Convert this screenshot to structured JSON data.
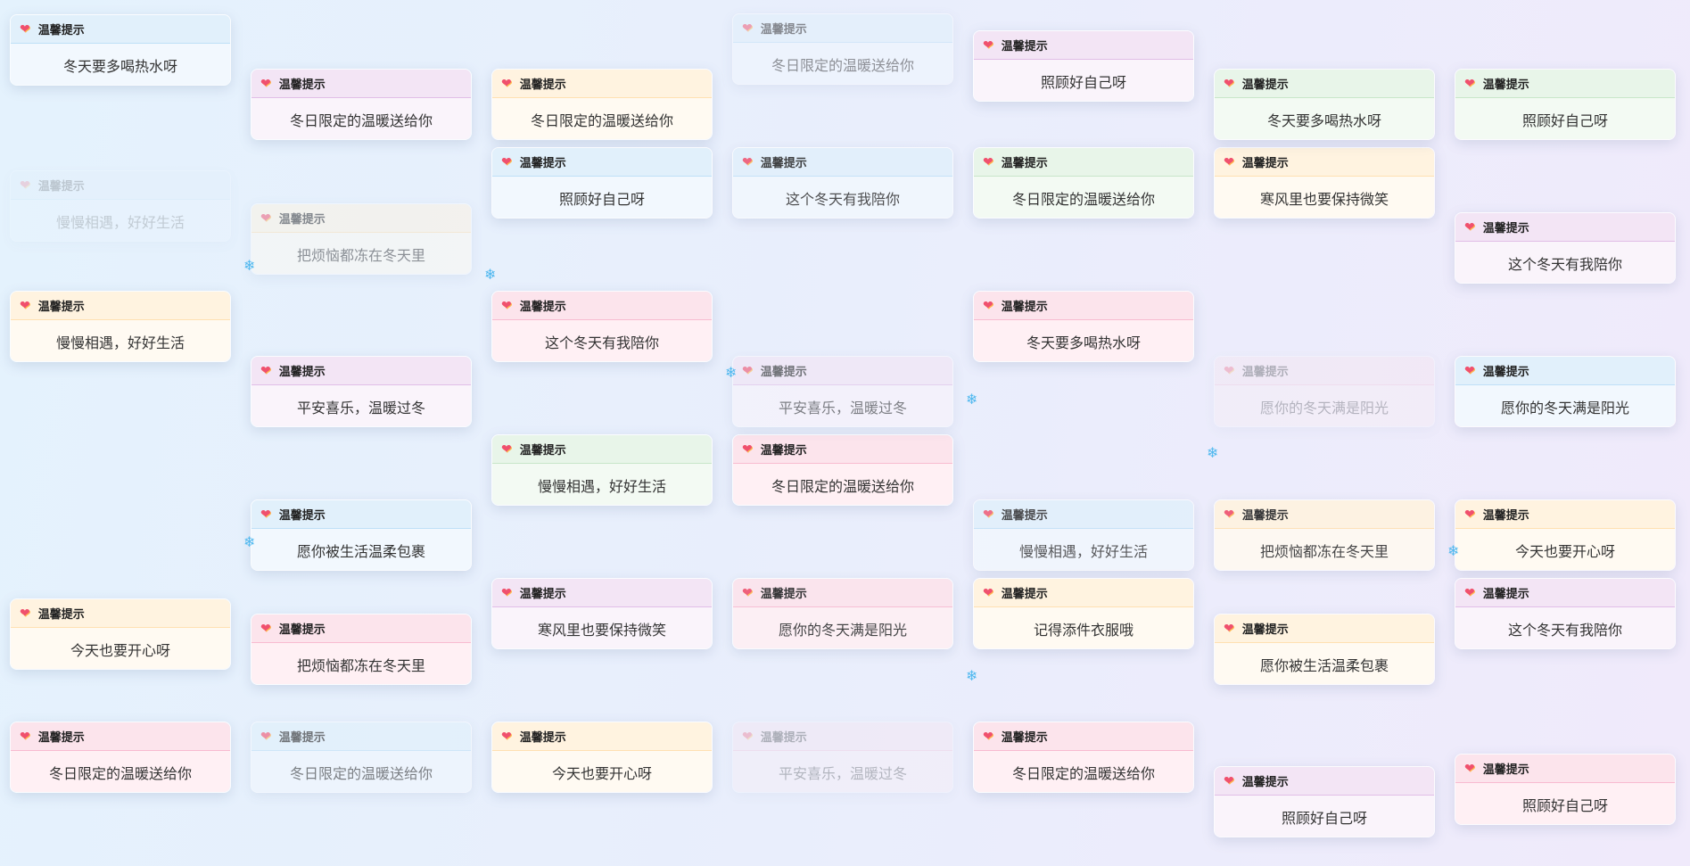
{
  "title": "温馨提示",
  "icon": "heart-gift-icon",
  "snow_icon": "snowflake-icon",
  "snow_glyph": "❄",
  "heart_glyph": "❤",
  "themes": {
    "blue": "#e1f0fb",
    "pink": "#fce4ec",
    "purple": "#f3e5f5",
    "orange": "#fff3e0",
    "green": "#e8f5e9"
  },
  "cards": [
    {
      "message": "冬天要多喝热水呀",
      "theme": "blue"
    },
    {
      "message": "冬日限定的温暖送给你",
      "theme": "blue",
      "opacity": 0.5
    },
    {
      "message": "这个冬天有我陪你",
      "theme": "blue",
      "opacity": 0.85
    },
    {
      "message": "照顾好自己呀",
      "theme": "purple"
    },
    {
      "message": "冬日限定的温暖送给你",
      "theme": "purple"
    },
    {
      "message": "冬日限定的温暖送给你",
      "theme": "orange"
    },
    {
      "message": "照顾好自己呀",
      "theme": "blue"
    },
    {
      "message": "冬日限定的温暖送给你",
      "theme": "green"
    },
    {
      "message": "寒风里也要保持微笑",
      "theme": "orange"
    },
    {
      "message": "慢慢相遇，好好生活",
      "theme": "blue",
      "opacity": 0.2
    },
    {
      "message": "慢慢相遇，好好生活",
      "theme": "orange"
    },
    {
      "message": "把烦恼都冻在冬天里",
      "theme": "orange",
      "opacity": 0.5
    },
    {
      "message": "这个冬天有我陪你",
      "theme": "pink"
    },
    {
      "message": "冬天要多喝热水呀",
      "theme": "pink"
    },
    {
      "message": "慢慢相遇，好好生活",
      "theme": "green"
    },
    {
      "message": "冬日限定的温暖送给你",
      "theme": "pink"
    },
    {
      "message": "寒风里也要保持微笑",
      "theme": "purple"
    },
    {
      "message": "平安喜乐，温暖过冬",
      "theme": "purple",
      "opacity": 0.6
    },
    {
      "message": "愿你的冬天满是阳光",
      "theme": "pink",
      "opacity": 0.9
    },
    {
      "message": "愿你的冬天满是阳光",
      "theme": "pink",
      "opacity": 0.3
    },
    {
      "message": "愿你的冬天满是阳光",
      "theme": "blue"
    },
    {
      "message": "今天也要开心呀",
      "theme": "orange"
    },
    {
      "message": "这个冬天有我陪你",
      "theme": "purple"
    },
    {
      "message": "愿你被生活温柔包裹",
      "theme": "blue"
    },
    {
      "message": "今天也要开心呀",
      "theme": "orange"
    },
    {
      "message": "今天也要开心呀",
      "theme": "orange"
    },
    {
      "message": "慢慢相遇，好好生活",
      "theme": "blue",
      "opacity": 0.8
    },
    {
      "message": "记得添件衣服哦",
      "theme": "orange"
    },
    {
      "message": "冬日限定的温暖送给你",
      "theme": "pink"
    },
    {
      "message": "平安喜乐，温暖过冬",
      "theme": "pink",
      "opacity": 0.3
    },
    {
      "message": "愿你被生活温柔包裹",
      "theme": "orange"
    },
    {
      "message": "把烦恼都冻在冬天里",
      "theme": "pink"
    },
    {
      "message": "把烦恼都冻在冬天里",
      "theme": "orange",
      "opacity": 0.9
    },
    {
      "message": "冬日限定的温暖送给你",
      "theme": "blue",
      "opacity": 0.6
    },
    {
      "message": "冬日限定的温暖送给你",
      "theme": "pink"
    },
    {
      "message": "平安喜乐，温暖过冬",
      "theme": "purple"
    },
    {
      "message": "照顾好自己呀",
      "theme": "purple"
    },
    {
      "message": "照顾好自己呀",
      "theme": "pink"
    },
    {
      "message": "这个冬天有我陪你",
      "theme": "purple"
    },
    {
      "message": "冬天要多喝热水呀",
      "theme": "green"
    },
    {
      "message": "照顾好自己呀",
      "theme": "green"
    }
  ]
}
